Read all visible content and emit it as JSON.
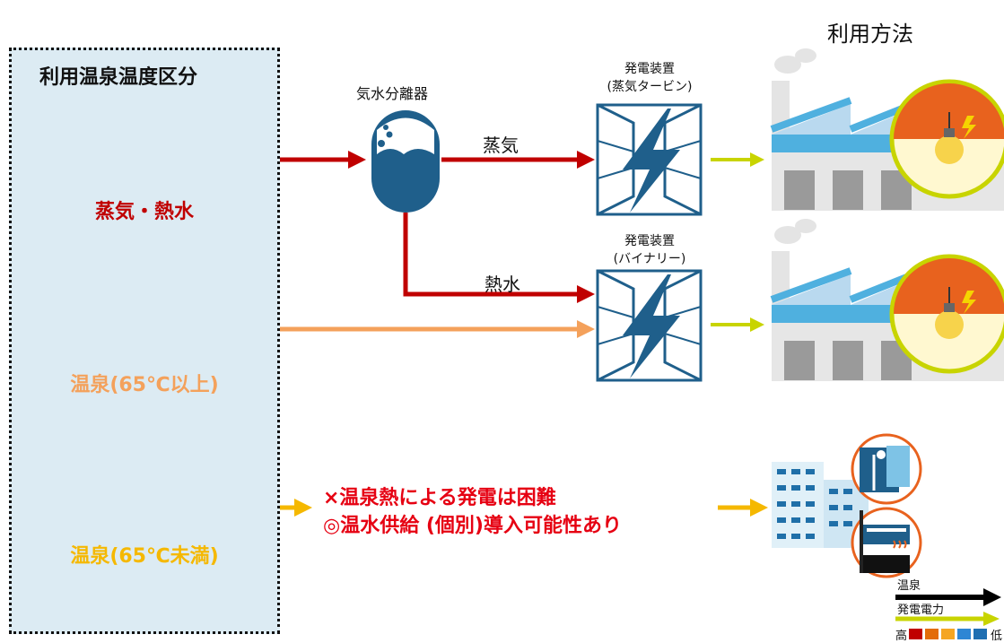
{
  "heading_usage": "利用方法",
  "panel": {
    "title": "利用温泉温度区分",
    "sources": [
      {
        "label": "蒸気・熱水",
        "color": "#c00000"
      },
      {
        "label": "温泉(65℃以上)",
        "color": "#f4a15b"
      },
      {
        "label": "温泉(65℃未満)",
        "color": "#f5b800"
      }
    ]
  },
  "separator": {
    "label": "気水分離器"
  },
  "flows": {
    "steam": "蒸気",
    "hot_water": "熱水"
  },
  "generators": [
    {
      "title_line1": "発電装置",
      "title_line2": "(蒸気タービン)"
    },
    {
      "title_line1": "発電装置",
      "title_line2": "(バイナリー)"
    }
  ],
  "message": {
    "line1": "×温泉熱による発電は困難",
    "line2": "◎温水供給 (個別)導入可能性あり"
  },
  "legend": {
    "hot_spring": "温泉",
    "power": "発電電力",
    "high": "高",
    "low": "低",
    "scale_colors": [
      "#c00000",
      "#e36c09",
      "#f5a623",
      "#2e86d4",
      "#1f6fb2"
    ]
  },
  "colors": {
    "steam_red": "#c00000",
    "hot_orange": "#f4a15b",
    "warm_yellow": "#f5b800",
    "power_green": "#c8d400",
    "device_blue": "#1f5f8b",
    "panel_bg": "#dcebf3"
  }
}
